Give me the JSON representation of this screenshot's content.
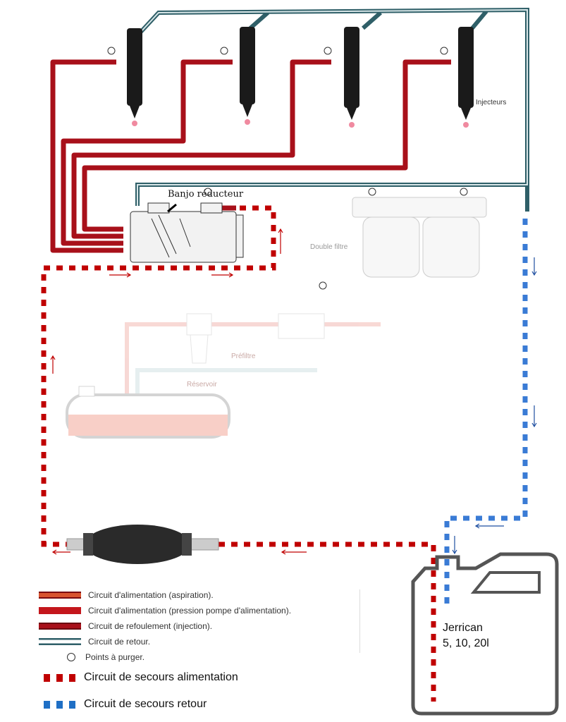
{
  "labels": {
    "injectors": "Injecteurs",
    "banjo": "Banjo réducteur",
    "double_filter": "Double filtre",
    "prefilter": "Préfiltre",
    "tank": "Réservoir",
    "jerrican_line1": "Jerrican",
    "jerrican_line2": "5, 10, 20l"
  },
  "legend": [
    {
      "label": "Circuit d'alimentation (aspiration).",
      "color": "#d9542f"
    },
    {
      "label": "Circuit d'alimentation (pression pompe d'alimentation).",
      "color": "#c4161c"
    },
    {
      "label": "Circuit de refoulement (injection).",
      "color": "#a8101a"
    },
    {
      "label": "Circuit de retour.",
      "color": "#2f5f68"
    },
    {
      "label": "Points à purger.",
      "color": "#333333"
    }
  ],
  "emergency_legend": [
    {
      "label": "Circuit de secours alimentation",
      "color": "#c00000"
    },
    {
      "label": "Circuit de secours retour",
      "color": "#1f6fc5"
    }
  ]
}
